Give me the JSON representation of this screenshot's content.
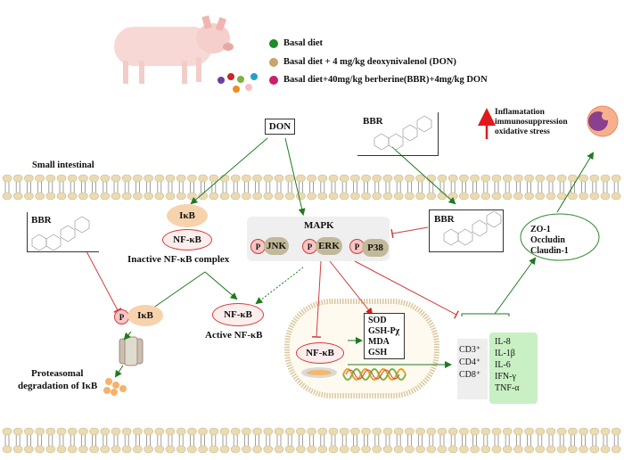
{
  "legend": {
    "items": [
      {
        "label": "Basal diet",
        "color": "#1f8a2a"
      },
      {
        "label": "Basal diet + 4 mg/kg deoxynivalenol (DON)",
        "color": "#c9a46a"
      },
      {
        "label": "Basal diet+40mg/kg berberine(BBR)+4mg/kg DON",
        "color": "#cc1f6a"
      }
    ]
  },
  "labels": {
    "small_intestinal": "Small intestinal",
    "don": "DON",
    "bbr_top": "BBR",
    "bbr_right": "BBR",
    "bbr_left": "BBR",
    "ikb": "IκB",
    "nfkb": "NF-κB",
    "inactive_complex": "Inactive NF-κB complex",
    "mapk": "MAPK",
    "p": "P",
    "jnk": "JNK",
    "erk": "ERK",
    "p38": "P38",
    "active_nfkb": "Active NF-κB",
    "nfkb_nucleus": "NF-κB",
    "proteasomal": "Proteasomal",
    "degradation": "degradation of IκB",
    "outcome_lines": [
      "Inflamatation",
      "immunosuppression",
      "oxidative stress"
    ],
    "tight_junction": [
      "ZO-1",
      "Occludin",
      "Claudin-1"
    ],
    "oxidative_markers": [
      "SOD",
      "GSH-Pχ",
      "MDA",
      "GSH"
    ],
    "cd_markers": [
      "CD3⁺",
      "CD4⁺",
      "CD8⁺"
    ],
    "cytokines": [
      "IL-8",
      "IL-1β",
      "IL-6",
      "IFN-γ",
      "TNF-α"
    ]
  },
  "colors": {
    "activate": "#1e7a1e",
    "inhibit": "#d43c3c",
    "up_arrow": "#e0191b"
  }
}
